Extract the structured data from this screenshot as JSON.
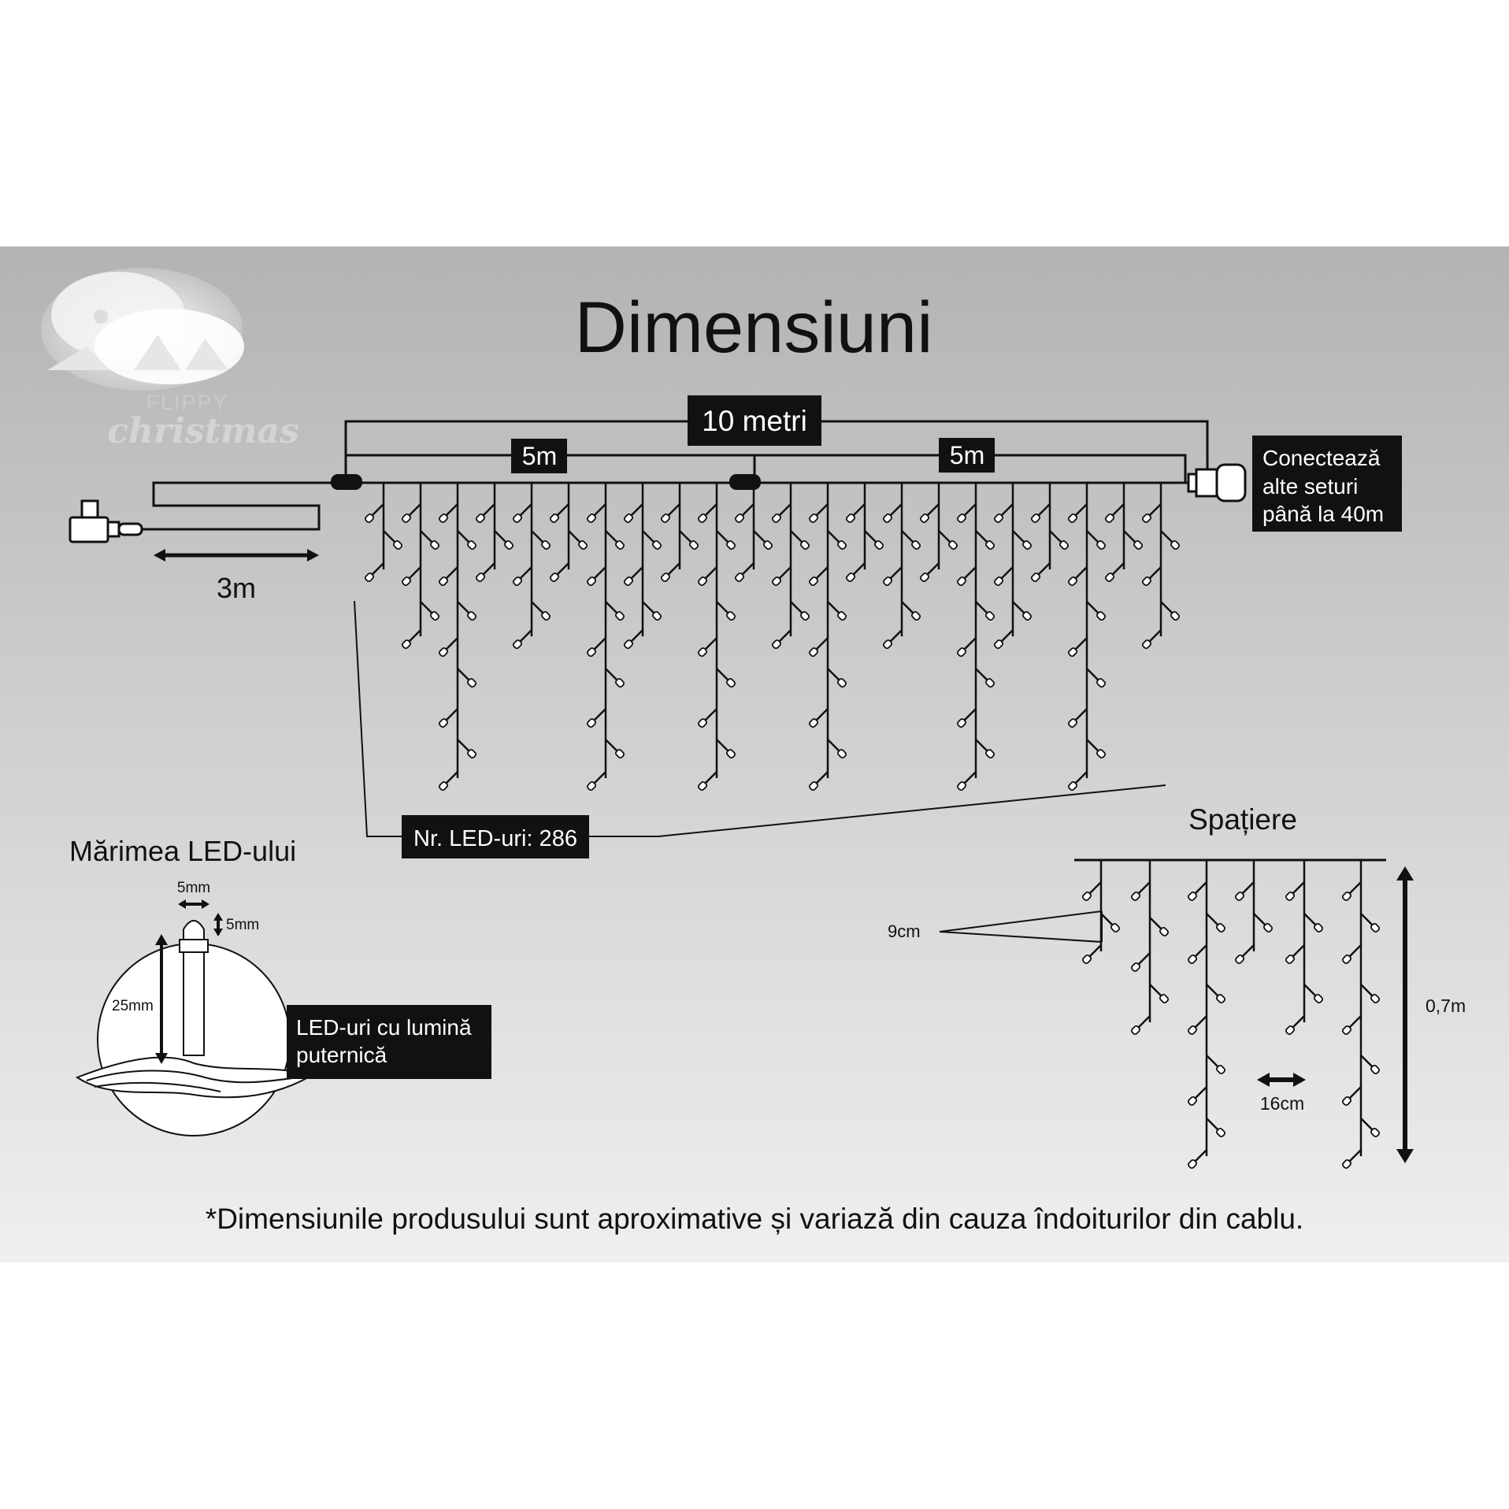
{
  "title": "Dimensiuni",
  "brand": {
    "line1": "FLIPPY",
    "line2": "christmas"
  },
  "labels": {
    "total_length": "10 metri",
    "half_left": "5m",
    "half_right": "5m",
    "lead_cable": "3m",
    "connect": [
      "Conectează",
      "alte seturi",
      "până la 40m"
    ],
    "led_count": "Nr. LED-uri: 286",
    "led_size_title": "Mărimea LED-ului",
    "led_width": "5mm",
    "led_height": "5mm",
    "led_body": "25mm",
    "led_type": [
      "LED-uri cu lumină",
      "puternică"
    ],
    "spacing_title": "Spațiere",
    "drop_spacing": "9cm",
    "strand_gap": "16cm",
    "max_drop": "0,7m"
  },
  "footnote": "*Dimensiunile produsului sunt aproximative și variază din cauza îndoiturilor din cablu.",
  "colors": {
    "background_top": "#b4b4b4",
    "background_bottom": "#eeeeee",
    "ink": "#111111",
    "led": "#ffffff",
    "label_box": "#111111",
    "label_text": "#ffffff"
  },
  "icons": [
    "power-adapter-icon",
    "end-connector-icon",
    "junction-icon",
    "led-bulb-icon",
    "brand-logo-icon"
  ]
}
